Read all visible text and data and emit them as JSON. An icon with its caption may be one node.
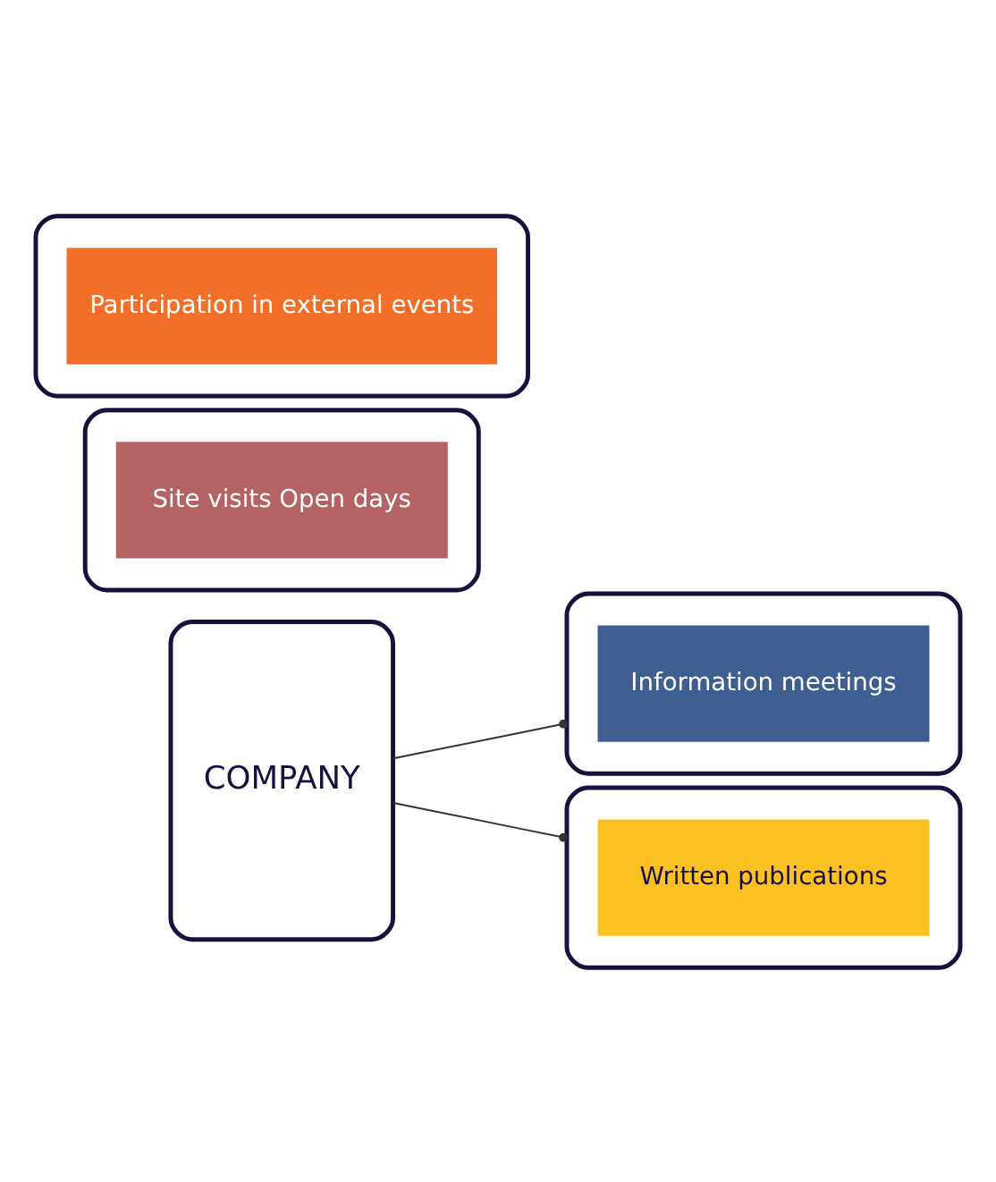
{
  "diagram": {
    "nodes": [
      {
        "text": [
          "COMPANY"
        ]
      },
      {
        "text": [],
        "shape": "box"
      },
      {
        "text": [
          "Information meetings"
        ],
        "in": 1
      },
      {
        "text": [],
        "shape": "box"
      },
      {
        "text": [
          "Site visits Open days"
        ],
        "in": 3
      },
      {
        "text": [],
        "shape": "box"
      },
      {
        "text": [
          "Participation in external events"
        ],
        "in": 5
      },
      {
        "text": [],
        "shape": "box"
      },
      {
        "text": [
          "Written publications"
        ],
        "in": 7
      }
    ],
    "edges": [
      {
        "from": 0,
        "to": 1,
        "arrow": "other"
      },
      {
        "from": 0,
        "to": 7,
        "arrow": "other"
      }
    ]
  }
}
